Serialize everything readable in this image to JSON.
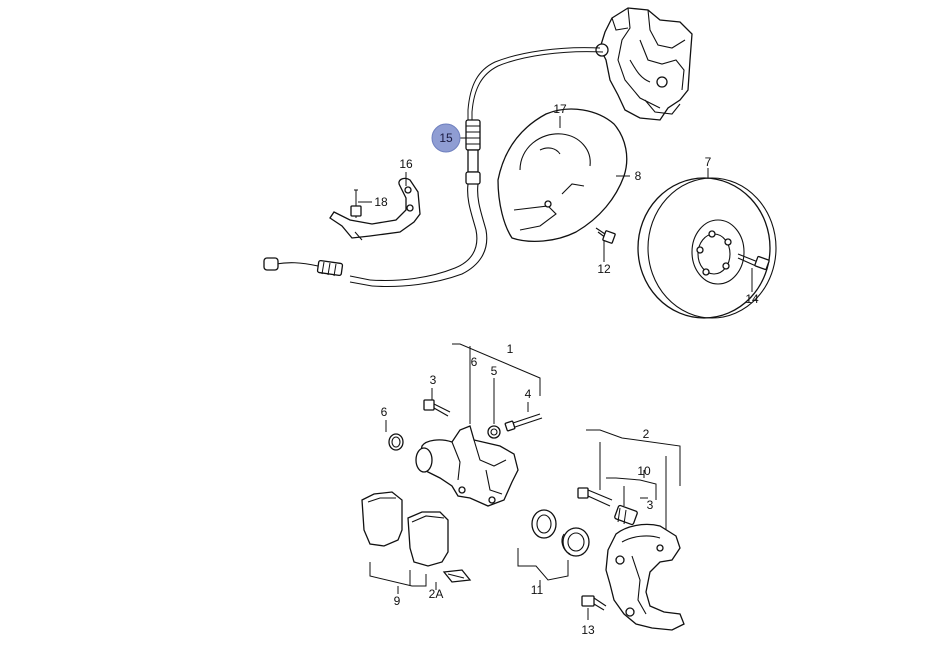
{
  "diagram": {
    "highlight_color": "#8f9dd3",
    "callouts": {
      "c1": "1",
      "c2": "2",
      "c2a": "2A",
      "c3a": "3",
      "c3b": "3",
      "c4": "4",
      "c5": "5",
      "c6a": "6",
      "c6b": "6",
      "c7": "7",
      "c8": "8",
      "c9": "9",
      "c10": "10",
      "c11": "11",
      "c12": "12",
      "c13": "13",
      "c14": "14",
      "c15": "15",
      "c16": "16",
      "c17": "17",
      "c18": "18"
    }
  }
}
